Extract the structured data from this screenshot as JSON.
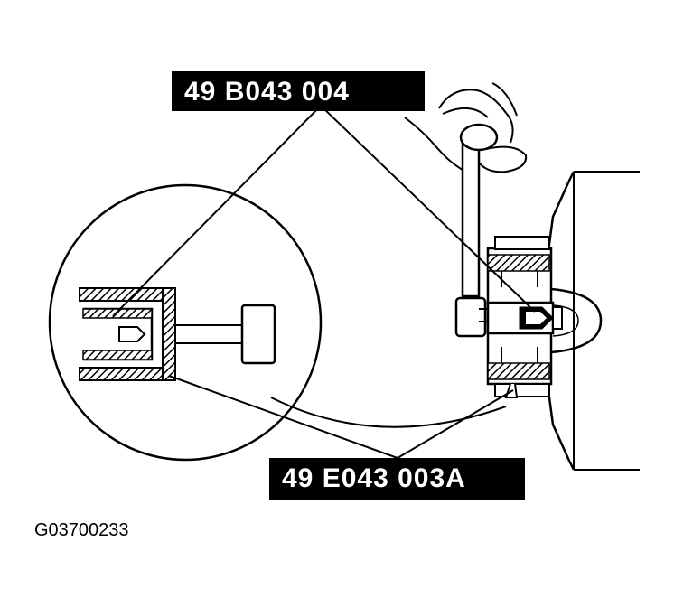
{
  "callouts": {
    "top_part_number": "49 B043 004",
    "bottom_part_number": "49 E043 003A"
  },
  "figure_id": "G03700233",
  "colors": {
    "ink": "#000000",
    "paper": "#ffffff"
  }
}
